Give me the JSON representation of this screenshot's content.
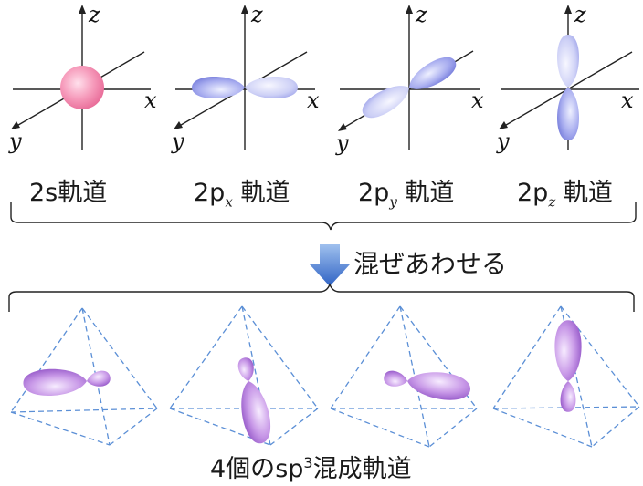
{
  "axes": {
    "x": "x",
    "y": "y",
    "z": "z"
  },
  "orbitals_top": [
    {
      "label_main": "2s",
      "label_sub": "",
      "label_suffix": "軌道",
      "icon": "s-orbital-sphere"
    },
    {
      "label_main": "2p",
      "label_sub": "x",
      "label_suffix": "軌道",
      "icon": "px-orbital-lobes"
    },
    {
      "label_main": "2p",
      "label_sub": "y",
      "label_suffix": "軌道",
      "icon": "py-orbital-lobes"
    },
    {
      "label_main": "2p",
      "label_sub": "z",
      "label_suffix": "軌道",
      "icon": "pz-orbital-lobes"
    }
  ],
  "mix": {
    "label": "混ぜあわせる",
    "icon": "down-arrow-icon"
  },
  "bottom": {
    "prefix": "4個の",
    "sp": "sp",
    "sup": "3",
    "suffix": "混成軌道"
  },
  "colors": {
    "s_orbital": "#f07aa0",
    "p_orbital": "#7f86e0",
    "sp3_orbital": "#b071d6",
    "guide_dash": "#5b8fd6",
    "arrow": "#4b7fd0",
    "line": "#222222"
  }
}
